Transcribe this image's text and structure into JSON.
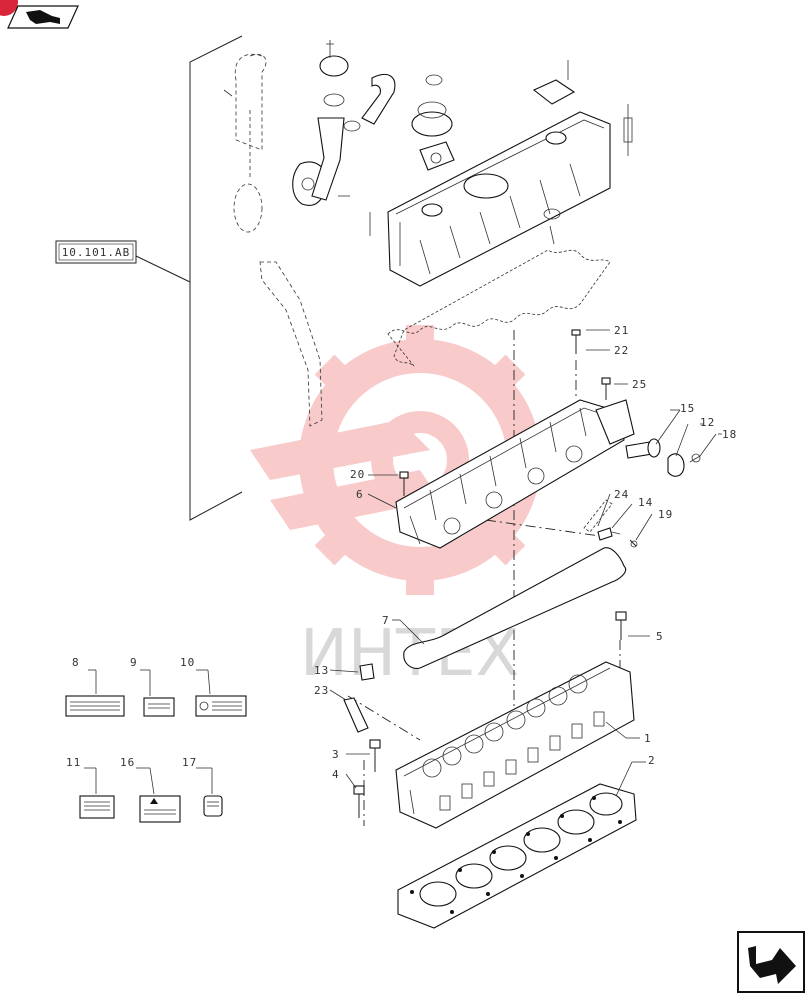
{
  "reference_box": "10.101.AB",
  "watermark": "ИНТЕХ",
  "callouts": [
    {
      "id": "c1",
      "text": "1"
    },
    {
      "id": "c2",
      "text": "2"
    },
    {
      "id": "c3",
      "text": "3"
    },
    {
      "id": "c4",
      "text": "4"
    },
    {
      "id": "c5",
      "text": "5"
    },
    {
      "id": "c6",
      "text": "6"
    },
    {
      "id": "c7",
      "text": "7"
    },
    {
      "id": "c8",
      "text": "8"
    },
    {
      "id": "c9",
      "text": "9"
    },
    {
      "id": "c10",
      "text": "10"
    },
    {
      "id": "c11",
      "text": "11"
    },
    {
      "id": "c12",
      "text": "12"
    },
    {
      "id": "c13",
      "text": "13"
    },
    {
      "id": "c14",
      "text": "14"
    },
    {
      "id": "c15",
      "text": "15"
    },
    {
      "id": "c16",
      "text": "16"
    },
    {
      "id": "c17",
      "text": "17"
    },
    {
      "id": "c18",
      "text": "18"
    },
    {
      "id": "c19",
      "text": "19"
    },
    {
      "id": "c20",
      "text": "20"
    },
    {
      "id": "c21",
      "text": "21"
    },
    {
      "id": "c22",
      "text": "22"
    },
    {
      "id": "c23",
      "text": "23"
    },
    {
      "id": "c24",
      "text": "24"
    },
    {
      "id": "c25",
      "text": "25"
    }
  ],
  "colors": {
    "watermark_red": "#f06a6a",
    "watermark_gray": "#d8d8d8",
    "line": "#222222",
    "corner_badge": "#d9263a"
  },
  "icons": {
    "top_left": "nav-arrow-icon",
    "bottom_right": "next-page-arrow-icon"
  }
}
